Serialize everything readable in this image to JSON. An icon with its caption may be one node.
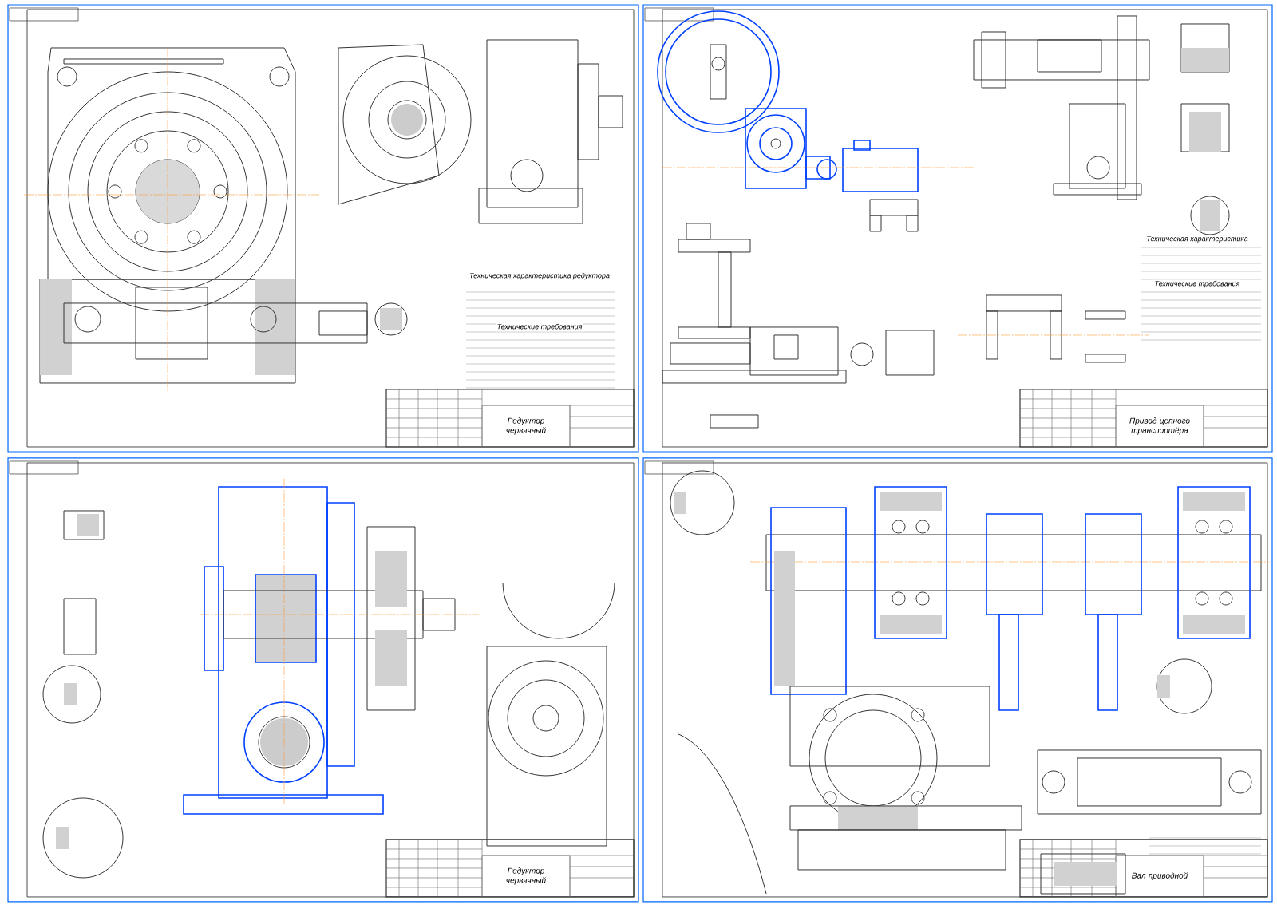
{
  "diagram": {
    "nodes": [
      {
        "text": [
          "Редуктор червячный"
        ]
      },
      {
        "text": [
          "Привод цепного транспортёра"
        ]
      },
      {
        "text": [
          "Редуктор червячный"
        ]
      },
      {
        "text": [
          "Вал приводной"
        ]
      }
    ],
    "labels": [
      "Техническая характеристика редуктора",
      "Технические требования",
      "Техническая характеристика",
      "Технические требования"
    ]
  }
}
